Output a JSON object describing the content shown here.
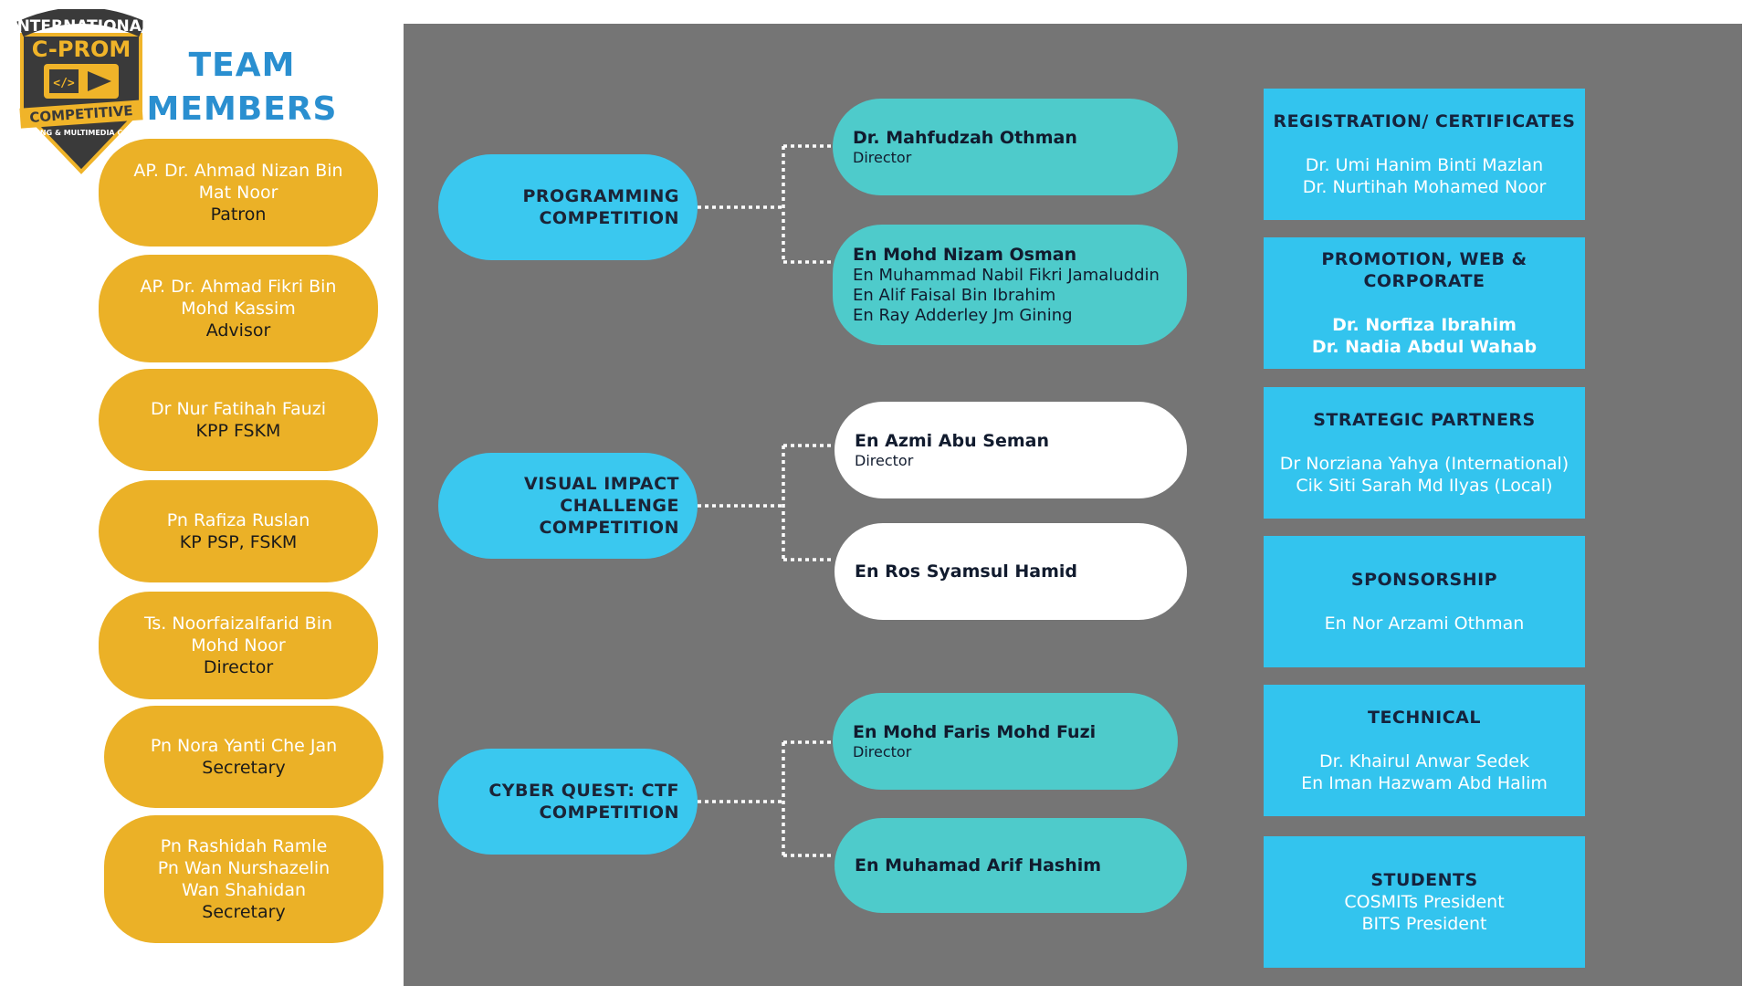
{
  "logo": {
    "top_text": "INTERNATIONAL",
    "main_text": "C-PROM",
    "ribbon_text": "COMPETITIVE",
    "bottom_text": "PROGRAMMING & MULTIMEDIA COMPETITION",
    "colors": {
      "dark": "#3a3a3a",
      "gold": "#f0b429"
    }
  },
  "title": "TEAM\nMEMBERS",
  "team": [
    {
      "name": "AP. Dr. Ahmad Nizan Bin\nMat Noor",
      "role": "Patron"
    },
    {
      "name": "AP. Dr. Ahmad Fikri Bin\nMohd Kassim",
      "role": "Advisor"
    },
    {
      "name": "Dr Nur Fatihah Fauzi",
      "role": "KPP FSKM"
    },
    {
      "name": "Pn Rafiza Ruslan",
      "role": "KP PSP, FSKM"
    },
    {
      "name": "Ts. Noorfaizalfarid Bin\nMohd Noor",
      "role": "Director"
    },
    {
      "name": "Pn Nora Yanti Che Jan",
      "role": "Secretary"
    },
    {
      "name": "Pn Rashidah Ramle\nPn Wan Nurshazelin\nWan Shahidan",
      "role": "Secretary"
    }
  ],
  "competitions": [
    {
      "label": "PROGRAMMING\nCOMPETITION"
    },
    {
      "label": "VISUAL IMPACT\nCHALLENGE\nCOMPETITION"
    },
    {
      "label": "CYBER QUEST: CTF\nCOMPETITION"
    }
  ],
  "groups": [
    {
      "lead": "Dr. Mahfudzah Othman",
      "sub": "Director"
    },
    {
      "lead": "En Mohd Nizam Osman",
      "lines": [
        "En Muhammad Nabil Fikri Jamaluddin",
        "En Alif Faisal Bin Ibrahim",
        "En Ray Adderley Jm Gining"
      ]
    },
    {
      "lead": "En Azmi Abu Seman",
      "sub": "Director"
    },
    {
      "lead": "En Ros Syamsul Hamid"
    },
    {
      "lead": "En Mohd Faris Mohd Fuzi",
      "sub": "Director"
    },
    {
      "lead": "En Muhamad Arif Hashim"
    }
  ],
  "committees": [
    {
      "title": "REGISTRATION/ CERTIFICATES",
      "members": [
        "Dr. Umi Hanim Binti Mazlan",
        "Dr. Nurtihah Mohamed Noor"
      ]
    },
    {
      "title": "PROMOTION, WEB & CORPORATE",
      "members": [
        "Dr. Norfiza Ibrahim",
        "Dr. Nadia Abdul Wahab"
      ]
    },
    {
      "title": "STRATEGIC PARTNERS",
      "members": [
        "Dr Norziana Yahya (International)",
        "Cik Siti Sarah Md Ilyas (Local)"
      ]
    },
    {
      "title": "SPONSORSHIP",
      "members": [
        "En Nor Arzami Othman"
      ]
    },
    {
      "title": "TECHNICAL",
      "members": [
        "Dr. Khairul Anwar Sedek",
        "En Iman Hazwam Abd Halim"
      ]
    },
    {
      "title": "STUDENTS",
      "members": [
        "COSMITs President",
        "BITS President"
      ]
    }
  ],
  "colors": {
    "gold": "#ebb127",
    "cyan": "#3ac8ef",
    "teal": "#4ecbcb",
    "grey_panel": "#757575",
    "title_blue": "#2a8fd0",
    "dark_text": "#15233d"
  }
}
